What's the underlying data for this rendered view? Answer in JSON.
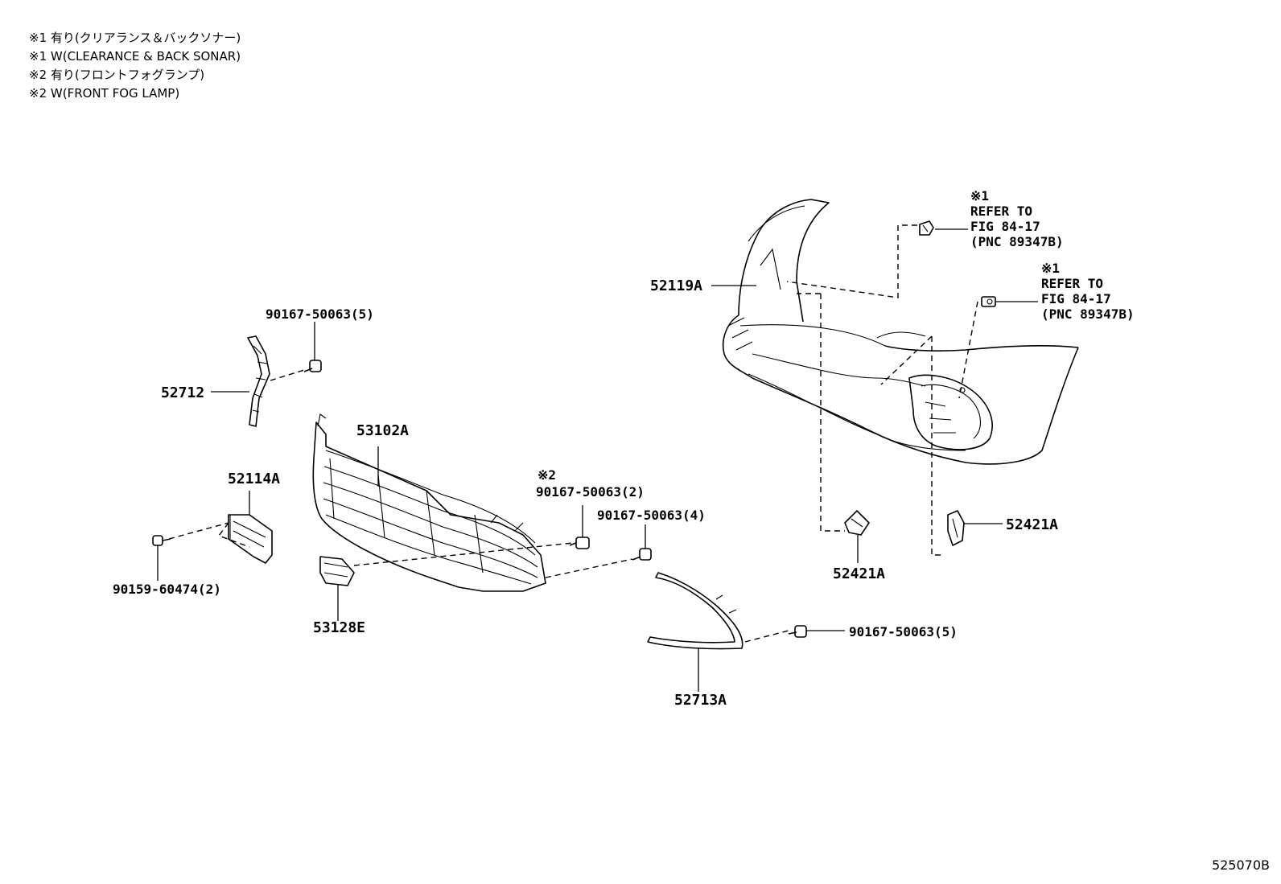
{
  "notes": [
    "※1 有り(クリアランス＆バックソナー)",
    "※1 W(CLEARANCE & BACK SONAR)",
    "※2 有り(フロントフォグランプ)",
    "※2 W(FRONT FOG LAMP)"
  ],
  "labels": {
    "p52119A": "52119A",
    "p52712": "52712",
    "p90167_5_top": "90167-50063(5)",
    "p53102A": "53102A",
    "p52114A": "52114A",
    "p90159": "90159-60474(2)",
    "p53128E": "53128E",
    "p90167_2_mark": "※2",
    "p90167_2": "90167-50063(2)",
    "p90167_4": "90167-50063(4)",
    "p52713A": "52713A",
    "p90167_5_bottom": "90167-50063(5)",
    "p52421A_left": "52421A",
    "p52421A_right": "52421A"
  },
  "refs": [
    {
      "mark": "※1",
      "line1": "REFER TO",
      "line2": "FIG 84-17",
      "line3": "(PNC 89347B)"
    },
    {
      "mark": "※1",
      "line1": "REFER TO",
      "line2": "FIG 84-17",
      "line3": "(PNC 89347B)"
    }
  ],
  "figure_code": "525070B"
}
